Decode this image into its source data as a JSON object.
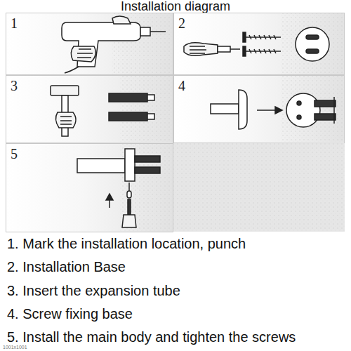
{
  "diagram": {
    "title": "Installation diagram",
    "nodes": [
      {
        "text": [
          "1"
        ]
      },
      {
        "text": [
          "2"
        ]
      },
      {
        "text": [
          "3"
        ]
      },
      {
        "text": [
          "4"
        ]
      },
      {
        "text": [
          "5"
        ]
      }
    ],
    "labels": [
      "1. Mark the installation location, punch",
      "2. Installation Base",
      "3. Insert the expansion tube",
      "4. Screw fixing base",
      "5. Install the main body and tighten the screws",
      "1001x1001"
    ]
  }
}
